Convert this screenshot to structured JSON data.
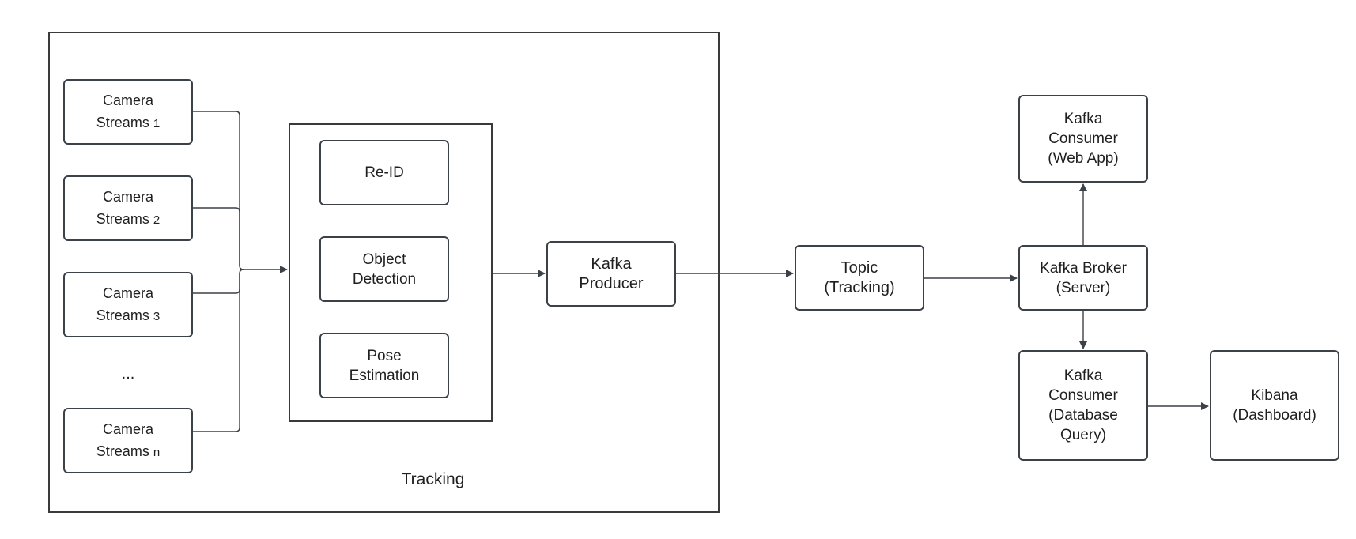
{
  "diagram": {
    "tracking_group_label": "Tracking",
    "ellipsis": "...",
    "camera_streams": [
      {
        "line1": "Camera",
        "line2": "Streams",
        "suffix": "1"
      },
      {
        "line1": "Camera",
        "line2": "Streams",
        "suffix": "2"
      },
      {
        "line1": "Camera",
        "line2": "Streams",
        "suffix": "3"
      },
      {
        "line1": "Camera",
        "line2": "Streams",
        "suffix": "n"
      }
    ],
    "models": {
      "reid": "Re-ID",
      "object_detection": "Object\nDetection",
      "pose_estimation": "Pose\nEstimation"
    },
    "kafka_producer": "Kafka\nProducer",
    "topic": "Topic\n(Tracking)",
    "kafka_broker": "Kafka Broker\n(Server)",
    "consumer_web": "Kafka\nConsumer\n(Web App)",
    "consumer_db": "Kafka\nConsumer\n(Database\nQuery)",
    "kibana": "Kibana\n(Dashboard)"
  }
}
